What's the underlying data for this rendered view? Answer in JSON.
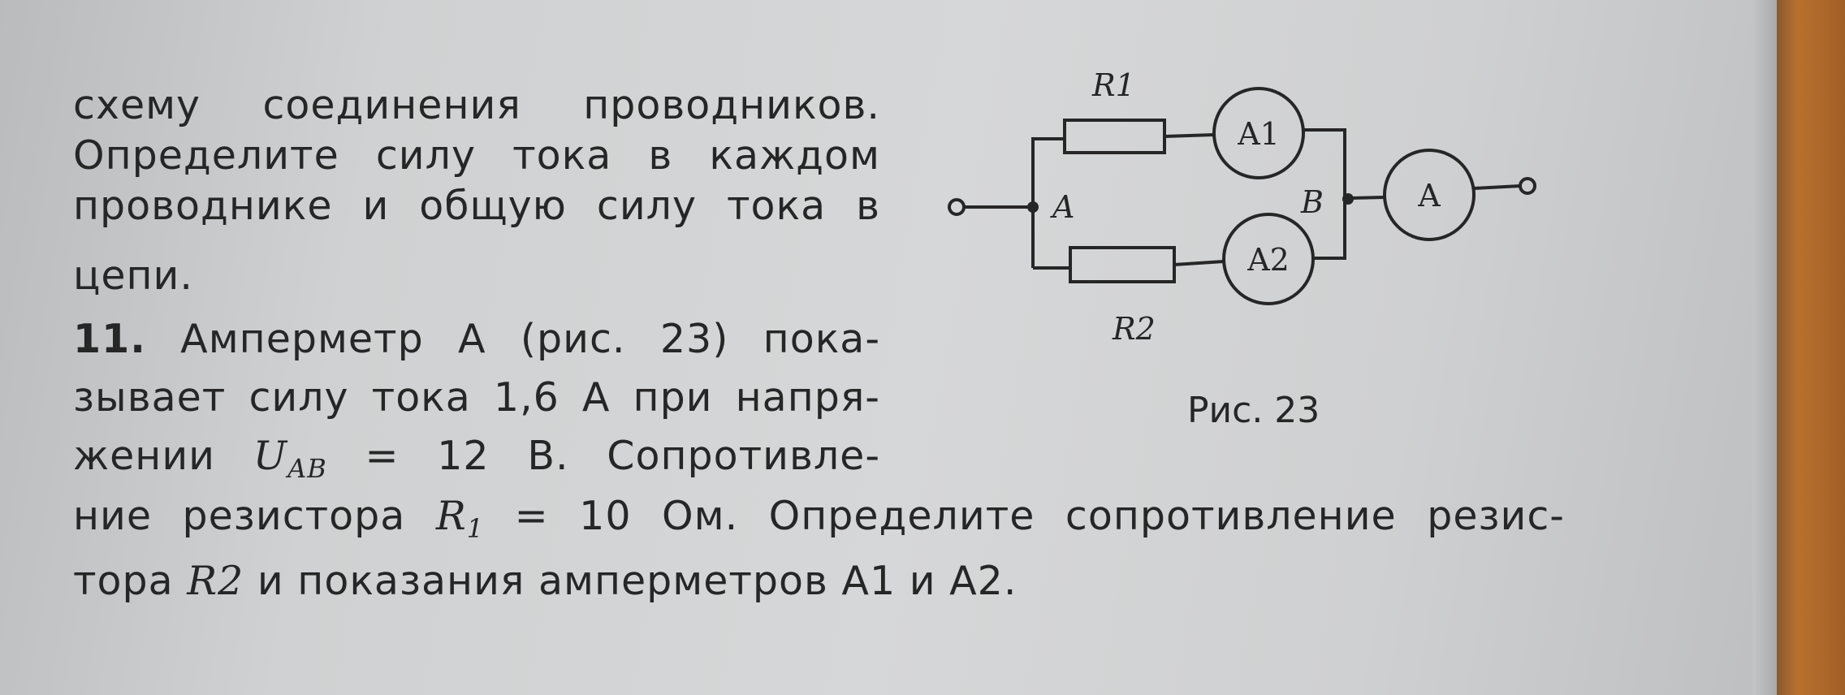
{
  "text": {
    "line1": "схему соединения проводников.",
    "line2": "Определите силу тока в каждом",
    "line3": "проводнике и общую силу тока в",
    "line4": "цепи.",
    "line5": {
      "number": "11.",
      "text": "Амперметр А (рис. 23) пока-"
    },
    "line6": "зывает силу тока 1,6 А при напря-",
    "line7": {
      "before": "жении",
      "var": "U",
      "sub": "AB",
      "after": "= 12 В. Сопротивле-"
    },
    "line8": {
      "before": "ние резистора",
      "var": "R",
      "sub": "1",
      "after": "= 10 Ом. Определите сопротивление резис-"
    },
    "line9": {
      "before": "тора",
      "var": "R2",
      "after": "и показания амперметров А1 и А2."
    }
  },
  "figure": {
    "labels": {
      "r1": "R1",
      "r2": "R2",
      "a1": "A1",
      "a2": "A2",
      "a": "A",
      "node_a": "A",
      "node_b": "B"
    },
    "caption": "Рис. 23"
  }
}
